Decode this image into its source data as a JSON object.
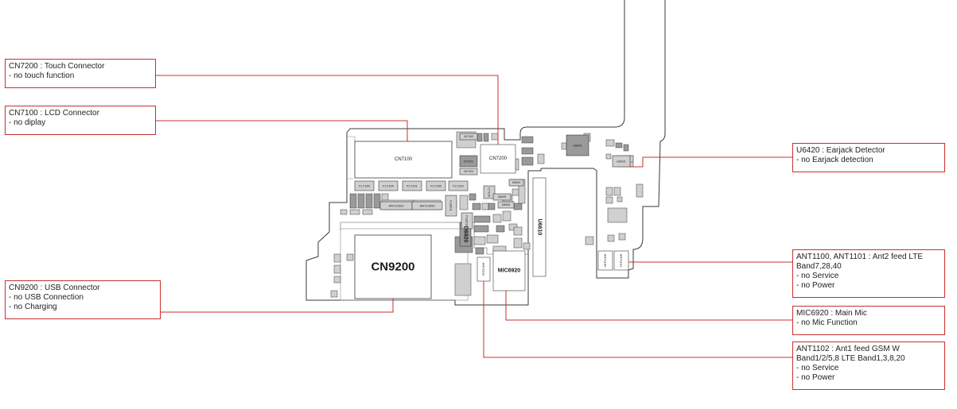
{
  "colors": {
    "leader": "#c8302d",
    "outline": "#3a3a3a",
    "board_gray": "#8a8a8a",
    "component_dark": "#9a9a9a",
    "component_light": "#d0d0d0"
  },
  "callouts": {
    "cn7200": {
      "title": "CN7200 : Touch Connector",
      "notes": [
        "- no touch function"
      ]
    },
    "cn7100": {
      "title": "CN7100 : LCD Connector",
      "notes": [
        "- no diplay"
      ]
    },
    "cn9200": {
      "title": "CN9200 : USB Connector",
      "notes": [
        "- no USB Connection",
        "- no Charging"
      ]
    },
    "u6420": {
      "title": "U6420 : Earjack Detector",
      "notes": [
        "- no Earjack detection"
      ]
    },
    "ant1100": {
      "title": "ANT1100, ANT1101 : Ant2 feed LTE",
      "notes": [
        "Band7,28,40",
        "- no Service",
        "- no Power"
      ]
    },
    "mic6920": {
      "title": "MIC6920 : Main Mic",
      "notes": [
        "- no Mic Function"
      ]
    },
    "ant1102": {
      "title": "ANT1102 : Ant1 feed GSM W",
      "notes": [
        "Band1/2/5,8 LTE Band1,3,8,20",
        "- no Service",
        "- no Power"
      ]
    }
  },
  "board_labels": {
    "cn7100": "CN7100",
    "cn7200": "CN7200",
    "cn9200": "CN9200",
    "mic6920": "MIC6920",
    "ant1100": "ANT1100",
    "ant1101": "ANT1101",
    "ant1102": "ANT1102",
    "u6610": "U6610",
    "d6920": "D6920",
    "u6601": "U6601",
    "fl7100": "FL7100",
    "fl7104": "FL7104",
    "fl7101": "FL7101",
    "fl7105": "FL7105",
    "fl7102": "FL7102",
    "fl8201": "FL8201",
    "fl8202": "FL8202",
    "ant10002": "ANT10002",
    "ant10000": "ANT10000",
    "va7102": "VA7102",
    "va7104": "VA7104",
    "d7200": "D7200",
    "c7126": "C7126",
    "d6904": "D6904",
    "d6905": "D6905",
    "d6906": "D6906",
    "u6421": "U6421"
  }
}
